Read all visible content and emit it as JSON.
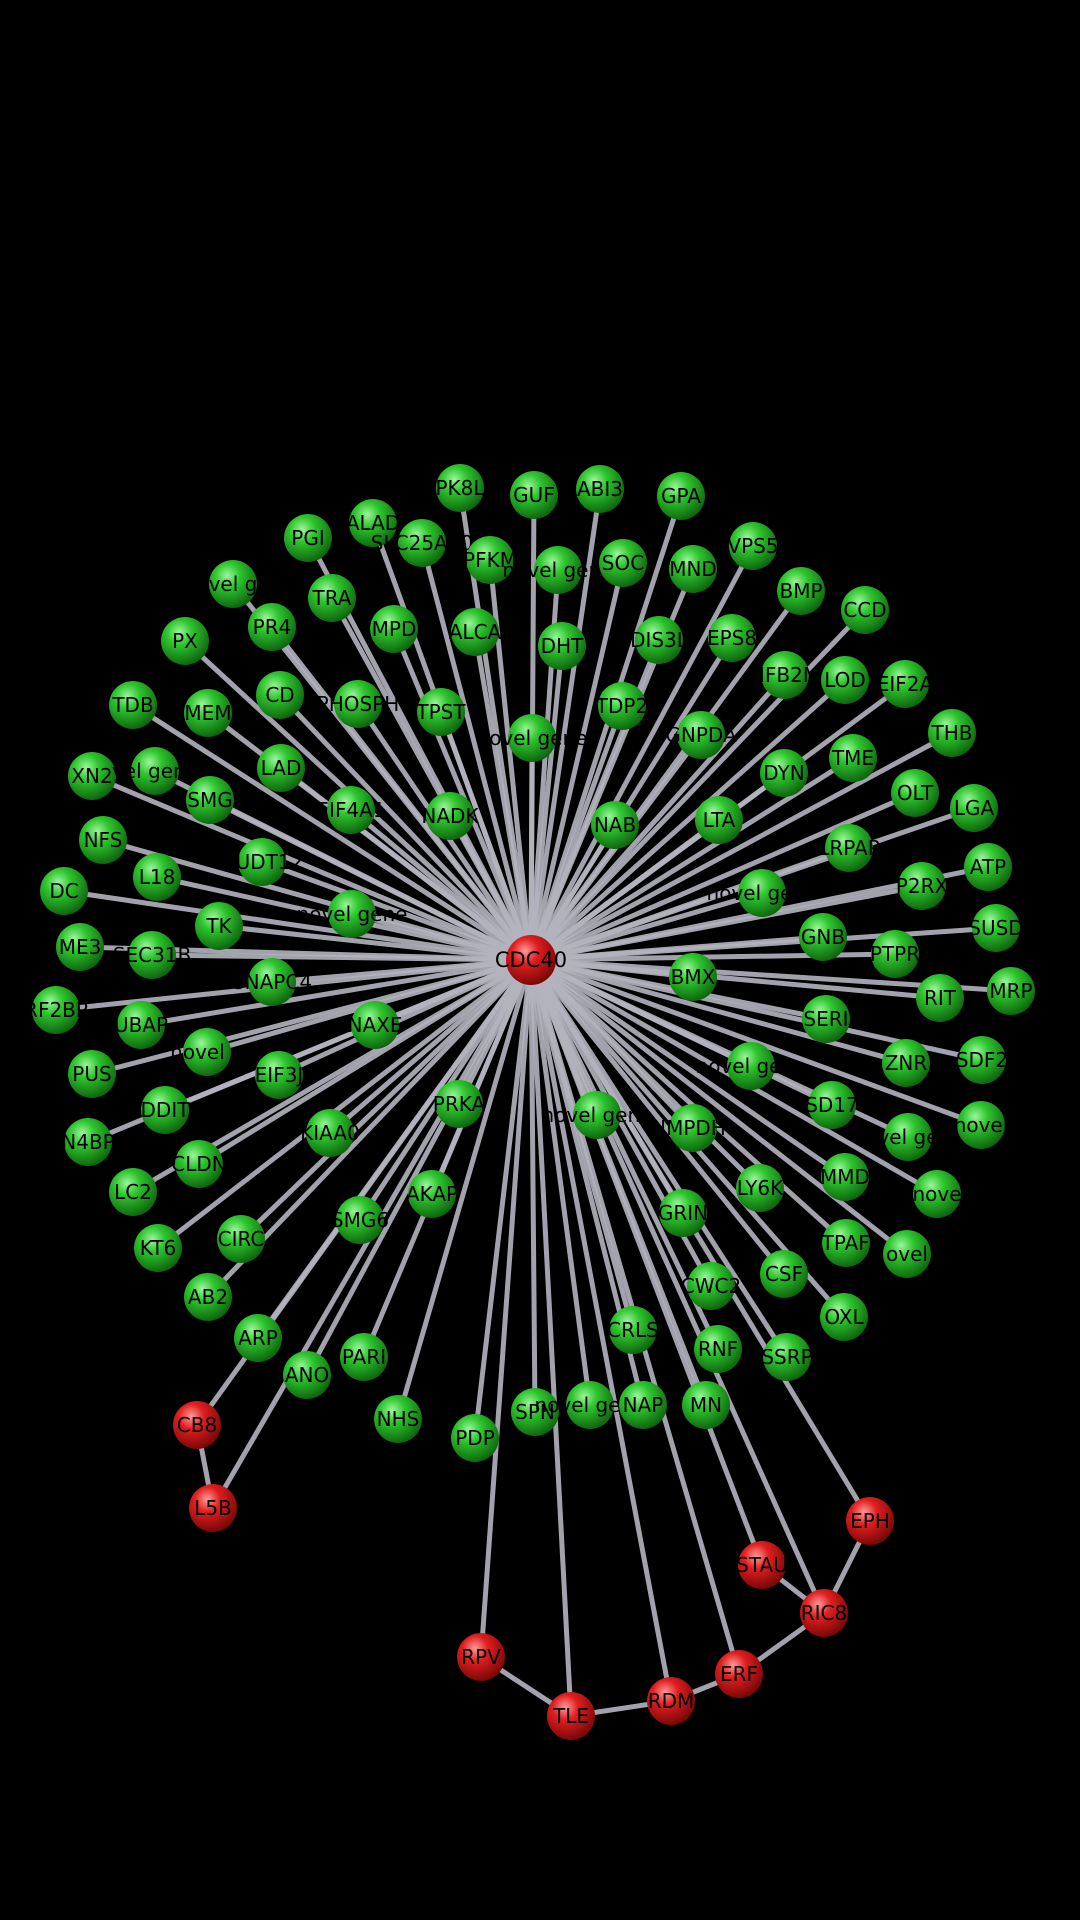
{
  "network": {
    "edge_color": "#b4b4bf",
    "colors": {
      "green": "#1db31d",
      "red": "#d41414",
      "background": "#000000"
    },
    "hub": {
      "id": "hub",
      "label": "CDC40",
      "color": "red"
    },
    "nodes": [
      {
        "id": "n1",
        "label": "PK8L",
        "color": "green"
      },
      {
        "id": "n2",
        "label": "GUF",
        "color": "green"
      },
      {
        "id": "n3",
        "label": "ABI3",
        "color": "green"
      },
      {
        "id": "n4",
        "label": "GPA",
        "color": "green"
      },
      {
        "id": "n5",
        "label": "ALAD",
        "color": "green"
      },
      {
        "id": "n6",
        "label": "PGI",
        "color": "green"
      },
      {
        "id": "n7",
        "label": "SLC25A10",
        "color": "green"
      },
      {
        "id": "n8",
        "label": "PFKM",
        "color": "green"
      },
      {
        "id": "n9",
        "label": "novel gene",
        "color": "green"
      },
      {
        "id": "n10",
        "label": "SOC",
        "color": "green"
      },
      {
        "id": "n11",
        "label": "VPS5",
        "color": "green"
      },
      {
        "id": "n12",
        "label": "MND",
        "color": "green"
      },
      {
        "id": "n13",
        "label": "ovel ge",
        "color": "green"
      },
      {
        "id": "n14",
        "label": "TRA",
        "color": "green"
      },
      {
        "id": "n15",
        "label": "PR4",
        "color": "green"
      },
      {
        "id": "n16",
        "label": "MPD",
        "color": "green"
      },
      {
        "id": "n17",
        "label": "ALCA",
        "color": "green"
      },
      {
        "id": "n18",
        "label": "DHT",
        "color": "green"
      },
      {
        "id": "n19",
        "label": "DIS3L",
        "color": "green"
      },
      {
        "id": "n20",
        "label": "EPS8",
        "color": "green"
      },
      {
        "id": "n21",
        "label": "BMP",
        "color": "green"
      },
      {
        "id": "n22",
        "label": "CCD",
        "color": "green"
      },
      {
        "id": "n23",
        "label": "PX",
        "color": "green"
      },
      {
        "id": "n24",
        "label": "TDB",
        "color": "green"
      },
      {
        "id": "n25",
        "label": "MEM",
        "color": "green"
      },
      {
        "id": "n26",
        "label": "CD",
        "color": "green"
      },
      {
        "id": "n27",
        "label": "PHOSPH",
        "color": "green"
      },
      {
        "id": "n28",
        "label": "TPST",
        "color": "green"
      },
      {
        "id": "n29",
        "label": "novel gene",
        "color": "green"
      },
      {
        "id": "n30",
        "label": "TDP2",
        "color": "green"
      },
      {
        "id": "n31",
        "label": "GNPDA",
        "color": "green"
      },
      {
        "id": "n32",
        "label": "NFB2M",
        "color": "green"
      },
      {
        "id": "n33",
        "label": "LOD",
        "color": "green"
      },
      {
        "id": "n34",
        "label": "EIF2A",
        "color": "green"
      },
      {
        "id": "n35",
        "label": "XN2",
        "color": "green"
      },
      {
        "id": "n36",
        "label": "vel gene",
        "color": "green"
      },
      {
        "id": "n37",
        "label": "SMG",
        "color": "green"
      },
      {
        "id": "n38",
        "label": "LAD",
        "color": "green"
      },
      {
        "id": "n39",
        "label": "EIF4A1",
        "color": "green"
      },
      {
        "id": "n40",
        "label": "NADK",
        "color": "green"
      },
      {
        "id": "n41",
        "label": "NAB",
        "color": "green"
      },
      {
        "id": "n42",
        "label": "LTA",
        "color": "green"
      },
      {
        "id": "n43",
        "label": "DYN",
        "color": "green"
      },
      {
        "id": "n44",
        "label": "TME",
        "color": "green"
      },
      {
        "id": "n45",
        "label": "OLT",
        "color": "green"
      },
      {
        "id": "n46",
        "label": "THB",
        "color": "green"
      },
      {
        "id": "n47",
        "label": "NFS",
        "color": "green"
      },
      {
        "id": "n48",
        "label": "LGA",
        "color": "green"
      },
      {
        "id": "n49",
        "label": "DC",
        "color": "green"
      },
      {
        "id": "n50",
        "label": "L18",
        "color": "green"
      },
      {
        "id": "n51",
        "label": "NUDT12",
        "color": "green"
      },
      {
        "id": "n52",
        "label": "novel gene",
        "color": "green"
      },
      {
        "id": "n53",
        "label": "LRPAP",
        "color": "green"
      },
      {
        "id": "n54",
        "label": "novel gene",
        "color": "green"
      },
      {
        "id": "n55",
        "label": "P2RX",
        "color": "green"
      },
      {
        "id": "n56",
        "label": "ATP",
        "color": "green"
      },
      {
        "id": "n57",
        "label": "ME3",
        "color": "green"
      },
      {
        "id": "n58",
        "label": "SEC31B",
        "color": "green"
      },
      {
        "id": "n59",
        "label": "TK",
        "color": "green"
      },
      {
        "id": "n60",
        "label": "GNB",
        "color": "green"
      },
      {
        "id": "n61",
        "label": "PTPR",
        "color": "green"
      },
      {
        "id": "n62",
        "label": "SUSD",
        "color": "green"
      },
      {
        "id": "n63",
        "label": "RF2BP",
        "color": "green"
      },
      {
        "id": "n64",
        "label": "UBAP",
        "color": "green"
      },
      {
        "id": "n65",
        "label": "SNAPC4",
        "color": "green"
      },
      {
        "id": "n66",
        "label": "NAXE",
        "color": "green"
      },
      {
        "id": "n67",
        "label": "BMX",
        "color": "green"
      },
      {
        "id": "n68",
        "label": "RIT",
        "color": "green"
      },
      {
        "id": "n69",
        "label": "MRP",
        "color": "green"
      },
      {
        "id": "n70",
        "label": "PUS",
        "color": "green"
      },
      {
        "id": "n71",
        "label": "novel g",
        "color": "green"
      },
      {
        "id": "n72",
        "label": "EIF3J",
        "color": "green"
      },
      {
        "id": "n73",
        "label": "SERI",
        "color": "green"
      },
      {
        "id": "n74",
        "label": "novel gene",
        "color": "green"
      },
      {
        "id": "n75",
        "label": "ZNR",
        "color": "green"
      },
      {
        "id": "n76",
        "label": "SDF2",
        "color": "green"
      },
      {
        "id": "n77",
        "label": "N4BP",
        "color": "green"
      },
      {
        "id": "n78",
        "label": "DDIT",
        "color": "green"
      },
      {
        "id": "n79",
        "label": "PRKA",
        "color": "green"
      },
      {
        "id": "n80",
        "label": "novel gene",
        "color": "green"
      },
      {
        "id": "n81",
        "label": "IMPDH",
        "color": "green"
      },
      {
        "id": "n82",
        "label": "SD17",
        "color": "green"
      },
      {
        "id": "n83",
        "label": "vel ge",
        "color": "green"
      },
      {
        "id": "n84",
        "label": "novel",
        "color": "green"
      },
      {
        "id": "n85",
        "label": "LC2",
        "color": "green"
      },
      {
        "id": "n86",
        "label": "CLDN",
        "color": "green"
      },
      {
        "id": "n87",
        "label": "KIAA0",
        "color": "green"
      },
      {
        "id": "n88",
        "label": "AKAP",
        "color": "green"
      },
      {
        "id": "n89",
        "label": "LY6K",
        "color": "green"
      },
      {
        "id": "n90",
        "label": "MMD",
        "color": "green"
      },
      {
        "id": "n91",
        "label": "nove",
        "color": "green"
      },
      {
        "id": "n92",
        "label": "KT6",
        "color": "green"
      },
      {
        "id": "n93",
        "label": "CIRC",
        "color": "green"
      },
      {
        "id": "n94",
        "label": "SMG6",
        "color": "green"
      },
      {
        "id": "n95",
        "label": "GRIN",
        "color": "green"
      },
      {
        "id": "n96",
        "label": "ATPAF1",
        "color": "green"
      },
      {
        "id": "n97",
        "label": "ovel",
        "color": "green"
      },
      {
        "id": "n98",
        "label": "AB2",
        "color": "green"
      },
      {
        "id": "n99",
        "label": "CWC2",
        "color": "green"
      },
      {
        "id": "n100",
        "label": "CSF",
        "color": "green"
      },
      {
        "id": "n101",
        "label": "OXL",
        "color": "green"
      },
      {
        "id": "n102",
        "label": "ARP",
        "color": "green"
      },
      {
        "id": "n103",
        "label": "ANO",
        "color": "green"
      },
      {
        "id": "n104",
        "label": "PARI",
        "color": "green"
      },
      {
        "id": "n105",
        "label": "CRLS",
        "color": "green"
      },
      {
        "id": "n106",
        "label": "RNF",
        "color": "green"
      },
      {
        "id": "n107",
        "label": "SSRP",
        "color": "green"
      },
      {
        "id": "n108",
        "label": "NHS",
        "color": "green"
      },
      {
        "id": "n109",
        "label": "PDP",
        "color": "green"
      },
      {
        "id": "n110",
        "label": "SPN",
        "color": "green"
      },
      {
        "id": "n111",
        "label": "novel gene",
        "color": "green"
      },
      {
        "id": "n112",
        "label": "NAP",
        "color": "green"
      },
      {
        "id": "n113",
        "label": "MN",
        "color": "green"
      },
      {
        "id": "r1",
        "label": "CB8",
        "color": "red"
      },
      {
        "id": "r2",
        "label": "L5B",
        "color": "red"
      },
      {
        "id": "r3",
        "label": "RPV",
        "color": "red"
      },
      {
        "id": "r4",
        "label": "TLE",
        "color": "red"
      },
      {
        "id": "r5",
        "label": "RDM",
        "color": "red"
      },
      {
        "id": "r6",
        "label": "ERF",
        "color": "red"
      },
      {
        "id": "r7",
        "label": "RIC8",
        "color": "red"
      },
      {
        "id": "r8",
        "label": "STAU",
        "color": "red"
      },
      {
        "id": "r9",
        "label": "EPH",
        "color": "red"
      }
    ],
    "extra_edges": [
      [
        "r1",
        "r2"
      ],
      [
        "r3",
        "r4"
      ],
      [
        "r4",
        "r5"
      ],
      [
        "r5",
        "r6"
      ],
      [
        "r6",
        "r7"
      ],
      [
        "r7",
        "r8"
      ],
      [
        "r7",
        "r9"
      ]
    ]
  }
}
